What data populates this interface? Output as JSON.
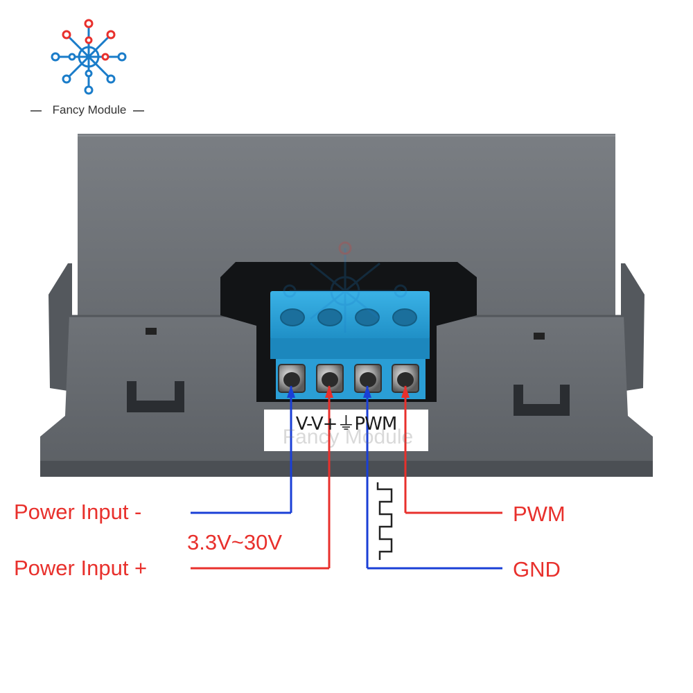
{
  "brand": {
    "name": "Fancy Module",
    "colors": {
      "red": "#e8302c",
      "blue": "#1a7cc9",
      "dark": "#333333"
    }
  },
  "device": {
    "body_color": "#6c7075",
    "terminal_color": "#2ea3d7",
    "terminal_labels": "V-V+⏚PWM",
    "watermark": "Fancy Module"
  },
  "callouts": {
    "power_input_negative": "Power Input -",
    "voltage_range": "3.3V~30V",
    "power_input_positive": "Power Input +",
    "pwm": "PWM",
    "gnd": "GND"
  },
  "wire_colors": {
    "negative": "#1a3fd6",
    "positive": "#e8302c",
    "ground": "#1a3fd6",
    "pwm": "#e8302c"
  }
}
